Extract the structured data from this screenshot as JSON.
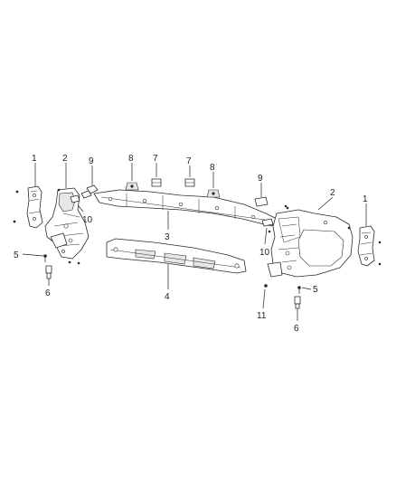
{
  "callouts": [
    {
      "id": "c1a",
      "label": "1"
    },
    {
      "id": "c2a",
      "label": "2"
    },
    {
      "id": "c9a",
      "label": "9"
    },
    {
      "id": "c8a",
      "label": "8"
    },
    {
      "id": "c7a",
      "label": "7"
    },
    {
      "id": "c7b",
      "label": "7"
    },
    {
      "id": "c8b",
      "label": "8"
    },
    {
      "id": "c9b",
      "label": "9"
    },
    {
      "id": "c2b",
      "label": "2"
    },
    {
      "id": "c1b",
      "label": "1"
    },
    {
      "id": "c10a",
      "label": "10"
    },
    {
      "id": "c3",
      "label": "3"
    },
    {
      "id": "c10b",
      "label": "10"
    },
    {
      "id": "c5a",
      "label": "5"
    },
    {
      "id": "c4",
      "label": "4"
    },
    {
      "id": "c6a",
      "label": "6"
    },
    {
      "id": "c5b",
      "label": "5"
    },
    {
      "id": "c11",
      "label": "11"
    },
    {
      "id": "c6b",
      "label": "6"
    }
  ]
}
